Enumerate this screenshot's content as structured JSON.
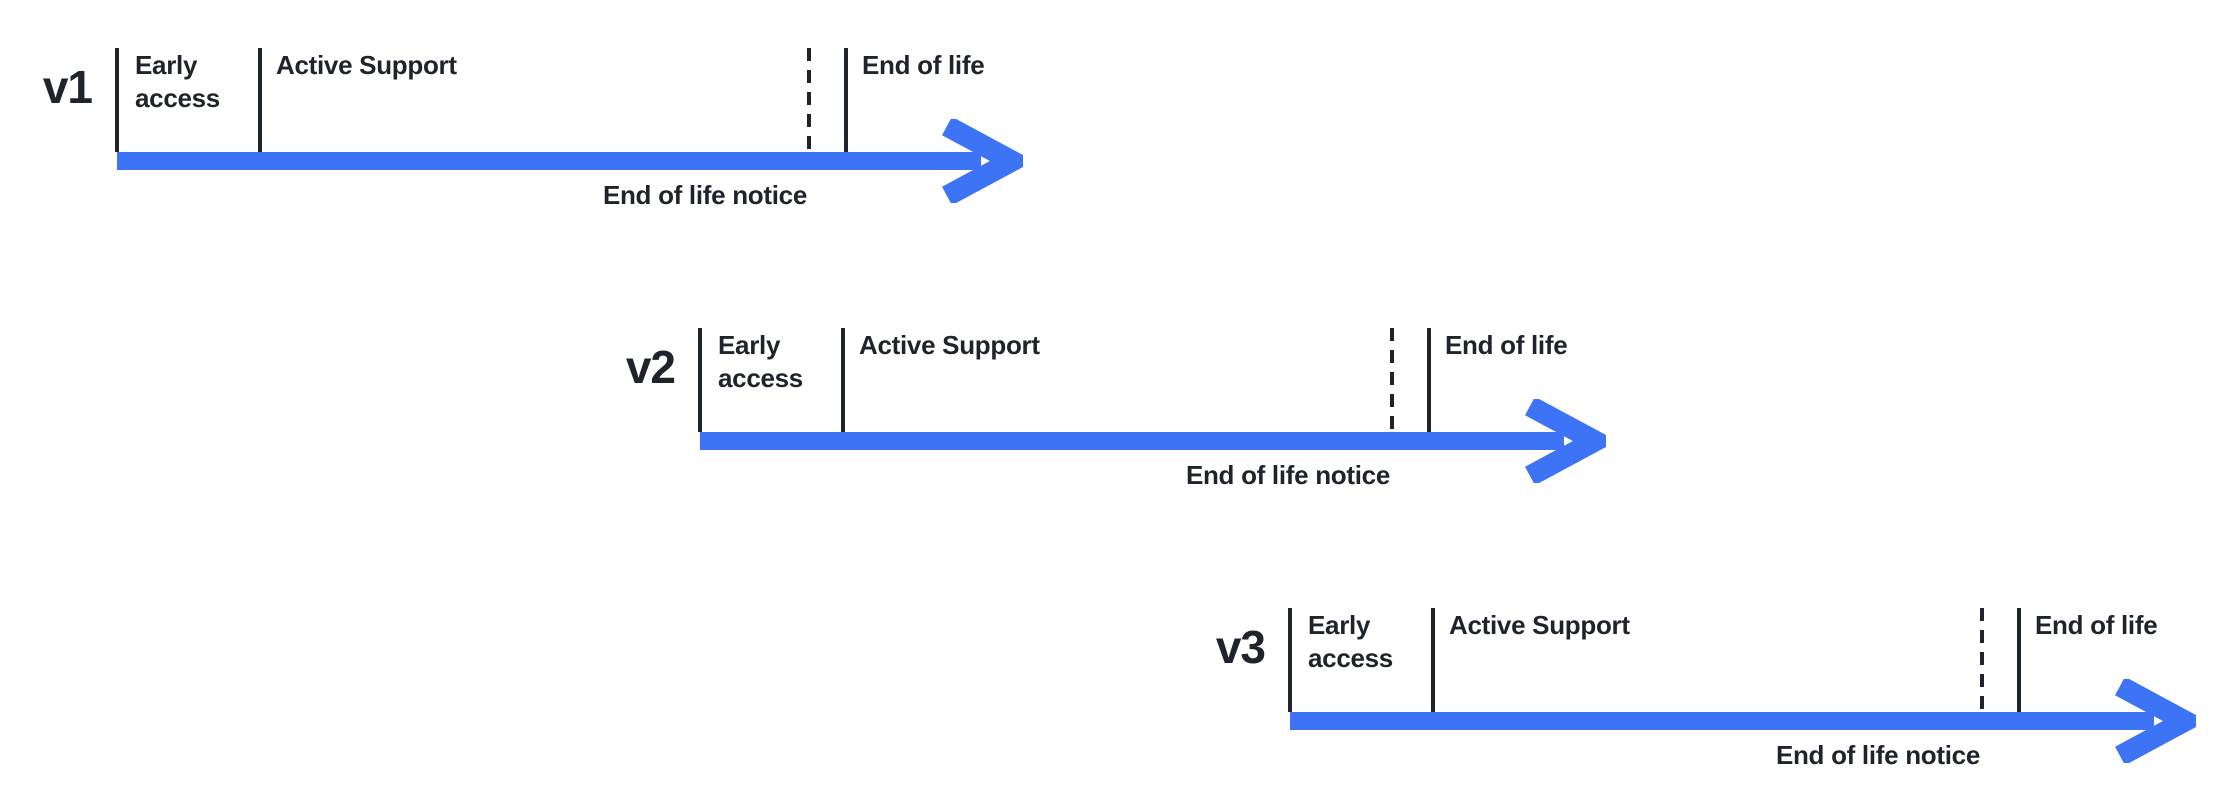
{
  "colors": {
    "accent_blue": "#3D73F5",
    "ink": "#1F242C"
  },
  "timelines": [
    {
      "version": "v1",
      "phases": {
        "early_access": "Early access",
        "active_support": "Active Support",
        "end_of_life": "End of life"
      },
      "notice": "End of life notice"
    },
    {
      "version": "v2",
      "phases": {
        "early_access": "Early access",
        "active_support": "Active Support",
        "end_of_life": "End of life"
      },
      "notice": "End of life notice"
    },
    {
      "version": "v3",
      "phases": {
        "early_access": "Early access",
        "active_support": "Active Support",
        "end_of_life": "End of life"
      },
      "notice": "End of life notice"
    }
  ]
}
